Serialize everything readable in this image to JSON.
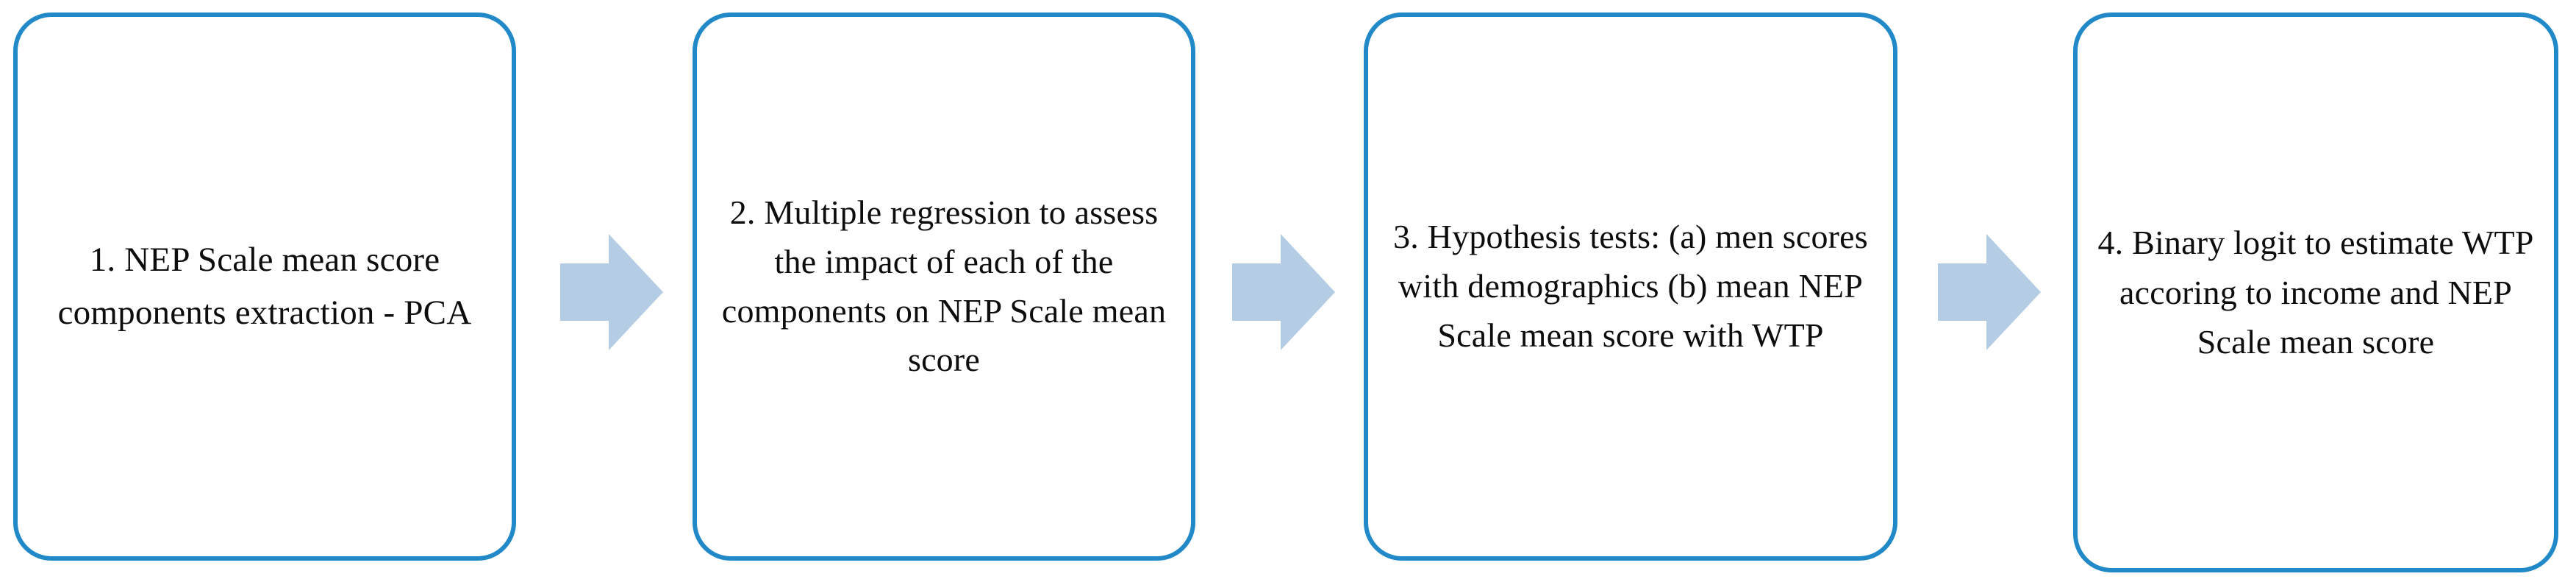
{
  "diagram": {
    "type": "flowchart",
    "orientation": "left-to-right",
    "background_color": "#ffffff",
    "box_border_color": "#2289c9",
    "box_fill_color": "#ffffff",
    "arrow_color": "#b4cde4",
    "text_color": "#0d0d0d",
    "steps": [
      {
        "number": "1",
        "text": "1. NEP Scale mean score components extraction - PCA"
      },
      {
        "number": "2",
        "text": "2. Multiple regression to assess the impact of each of the components on NEP Scale mean score"
      },
      {
        "number": "3",
        "text": "3. Hypothesis tests: (a) men scores with demographics (b) mean NEP Scale mean score with WTP"
      },
      {
        "number": "4",
        "text": "4. Binary logit to estimate WTP accoring to income and NEP Scale mean score"
      }
    ],
    "connectors": [
      {
        "icon": "right-arrow-icon",
        "from": "1",
        "to": "2"
      },
      {
        "icon": "right-arrow-icon",
        "from": "2",
        "to": "3"
      },
      {
        "icon": "right-arrow-icon",
        "from": "3",
        "to": "4"
      }
    ]
  }
}
